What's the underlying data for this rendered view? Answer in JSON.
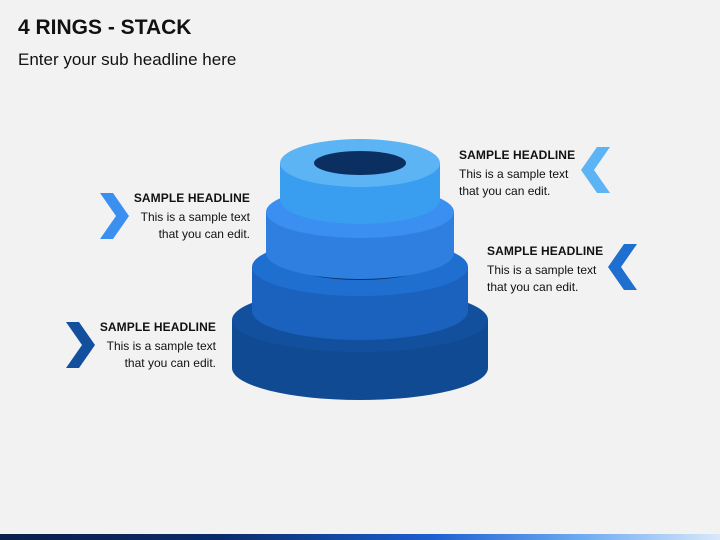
{
  "title": "4 RINGS - STACK",
  "subtitle": "Enter your sub headline here",
  "items": [
    {
      "headline": "SAMPLE HEADLINE",
      "line1": "This is a sample text",
      "line2": "that you can edit."
    },
    {
      "headline": "SAMPLE HEADLINE",
      "line1": "This is a sample text",
      "line2": "that you can edit."
    },
    {
      "headline": "SAMPLE HEADLINE",
      "line1": "This is a sample text",
      "line2": "that you can edit."
    },
    {
      "headline": "SAMPLE HEADLINE",
      "line1": "This is a sample text",
      "line2": "that you can edit."
    }
  ],
  "colors": {
    "ring1_top": "#5cb4f5",
    "ring1_side": "#3a9ef0",
    "ring2_top": "#3a8ff0",
    "ring2_side": "#2f7fe0",
    "ring3_top": "#1f6fd0",
    "ring3_side": "#1a62bd",
    "ring4_top": "#12509e",
    "ring4_side": "#0f4a92",
    "hole": "#0a2f60"
  }
}
